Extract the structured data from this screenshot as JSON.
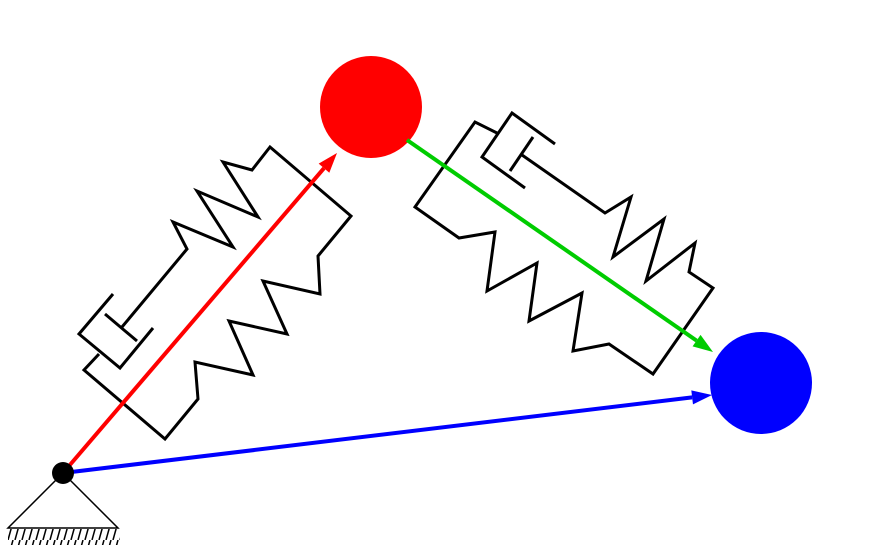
{
  "diagram": {
    "colors": {
      "mass1": "#ff0000",
      "mass2": "#0000ff",
      "vector1": "#ff0000",
      "vector2": "#00cc00",
      "vector3": "#0000ff",
      "elements": "#000000"
    },
    "components": [
      "fixed-pivot",
      "mass-1",
      "mass-2",
      "spring-damper-1",
      "spring-damper-2"
    ]
  }
}
